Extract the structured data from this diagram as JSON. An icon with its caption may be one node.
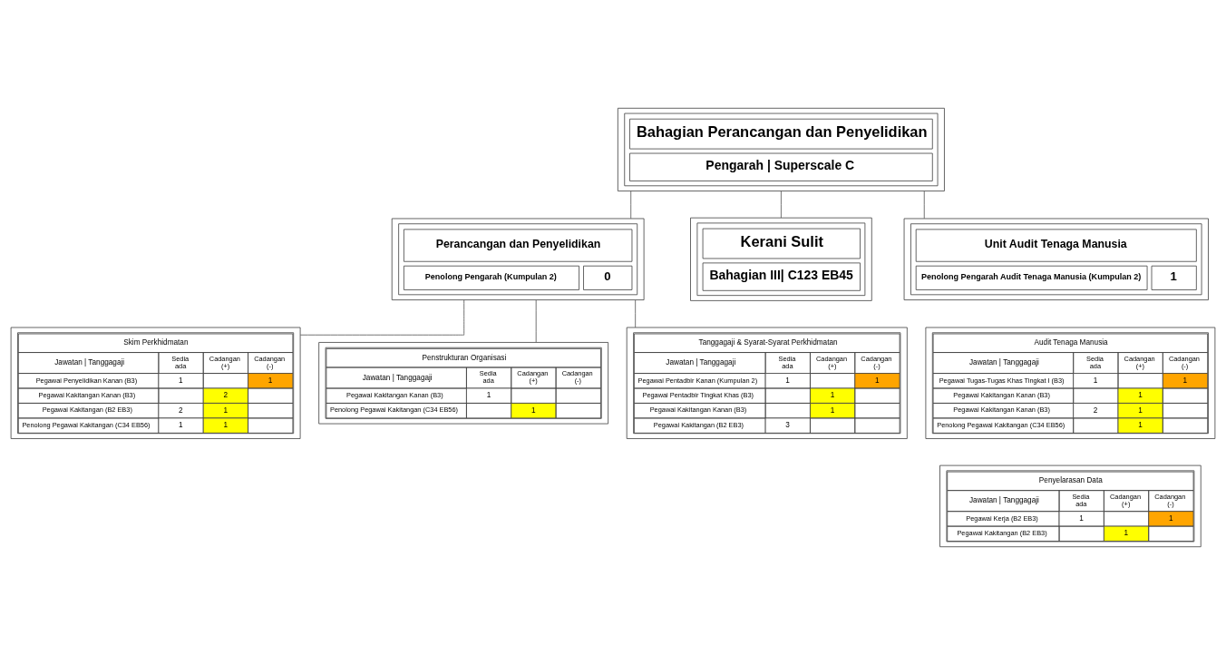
{
  "diagram": {
    "nodes": [
      {
        "text": [
          "Bahagian Perancangan dan Penyelidikan",
          "Pengarah | Superscale C"
        ]
      },
      {
        "text": [
          "Perancangan dan Penyelidikan",
          "Penolong Pengarah (Kumpulan 2)",
          "0"
        ]
      },
      {
        "text": [
          "Kerani Sulit",
          "Bahagian III| C123 EB45"
        ]
      },
      {
        "text": [
          "Unit Audit Tenaga Manusia",
          "Penolong Pengarah Audit Tenaga Manusia (Kumpulan 2)",
          "1"
        ]
      },
      {
        "text": [
          "Audit Tenaga Manusia",
          "Jawatan | Tanggagaji",
          "Sedia ada",
          "Cadangan (+)",
          "Cadangan (-)",
          "Pegawai Tugas-Tugas Khas Tingkat I (B3)",
          "1",
          "1",
          "Pegawai Kakitangan Kanan (B3)",
          "1",
          "Pegawai Kakitangan Kanan (B3)",
          "2",
          "1",
          "Penolong Pegawai Kakitangan (C34 EB56)",
          "1"
        ]
      },
      {
        "text": [
          "Skim Perkhidmatan",
          "Jawatan | Tanggagaji",
          "Sedia ada",
          "Cadangan (+)",
          "Cadangan (-)",
          "Pegawai Penyelidikan Kanan (B3)",
          "1",
          "1",
          "Pegawai Kakitangan Kanan (B3)",
          "2",
          "Pegawai Kakitangan (B2 EB3)",
          "2",
          "1",
          "Penolong Pegawai Kakitangan (C34 EB56)",
          "1",
          "1"
        ]
      },
      {
        "text": [
          "Penstrukturan Organisasi",
          "Jawatan | Tanggagaji",
          "Sedia ada",
          "Cadangan (+)",
          "Cadangan (-)",
          "Pegawai Kakitangan Kanan (B3)",
          "1",
          "Penolong Pegawai Kakitangan (C34 EB56)",
          "1"
        ]
      },
      {
        "text": [
          "Tanggagaji & Syarat-Syarat Perkhidmatan",
          "Jawatan | Tanggagaji",
          "Sedia ada",
          "Cadangan (+)",
          "Cadangan (-)",
          "Pegawai Pentadbir Kanan (Kumpulan 2)",
          "1",
          "1",
          "Pegawai Pentadbir Tingkat Khas (B3)",
          "1",
          "Pegawai Kakitangan Kanan (B3)",
          "1",
          "Pegawai Kakitangan (B2 EB3)",
          "3"
        ]
      },
      {
        "text": [
          "Penyelarasan Data",
          "Jawatan | Tanggagaji",
          "Sedia ada",
          "Cadangan (+)",
          "Cadangan (-)",
          "Pegawai Kerja (B2 EB3)",
          "1",
          "1",
          "Pegawai Kakitangan (B2 EB3)",
          "1"
        ]
      }
    ],
    "edges": [
      {
        "from": 0,
        "to": 1,
        "arrow": "none"
      },
      {
        "from": 0,
        "to": 2,
        "arrow": "none"
      },
      {
        "from": 0,
        "to": 3,
        "arrow": "none"
      },
      {
        "from": 1,
        "to": 5,
        "arrow": "none"
      },
      {
        "from": 1,
        "to": 6,
        "arrow": "none"
      },
      {
        "from": 1,
        "to": 7,
        "arrow": "none"
      }
    ]
  }
}
